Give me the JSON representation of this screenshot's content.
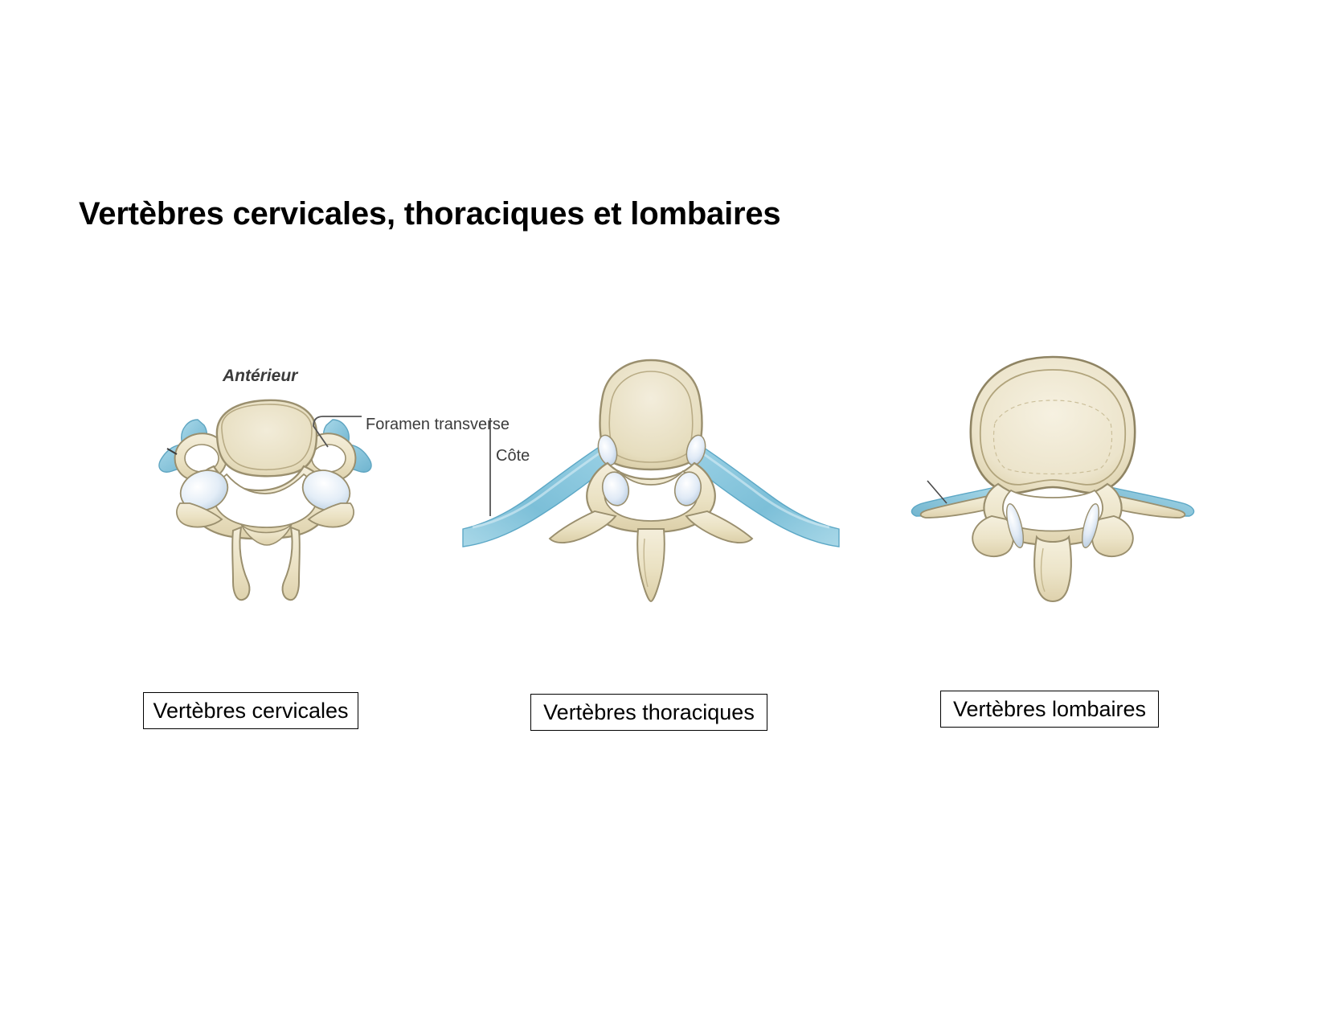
{
  "slide": {
    "title": "Vertèbres cervicales, thoraciques et lombaires",
    "background_color": "#ffffff",
    "text_color": "#000000"
  },
  "figure": {
    "description": "Coupes transversales comparées de trois vertèbres",
    "palette": {
      "bone_fill": "#ece3c6",
      "bone_fill_light": "#f3ecd8",
      "bone_outline": "#9a8f6e",
      "cartilage_blue": "#8ecbe0",
      "cartilage_blue_dark": "#6fb6d1",
      "facet_white_blue": "#dde7f2",
      "leader_line": "#555555"
    },
    "annotations": [
      {
        "name": "anterieur",
        "text": "Antérieur",
        "style": "italic"
      },
      {
        "name": "foramen-transverse",
        "text": "Foramen transverse",
        "style": "normal"
      },
      {
        "name": "cote",
        "text": "Côte",
        "style": "normal"
      }
    ],
    "panels": [
      {
        "name": "cervical",
        "caption": "Vertèbres cervicales"
      },
      {
        "name": "thoracic",
        "caption": "Vertèbres thoraciques"
      },
      {
        "name": "lumbar",
        "caption": "Vertèbres lombaires"
      }
    ]
  },
  "captions": {
    "cervical": "Vertèbres cervicales",
    "thoracic": "Vertèbres thoraciques",
    "lumbar": "Vertèbres lombaires"
  }
}
